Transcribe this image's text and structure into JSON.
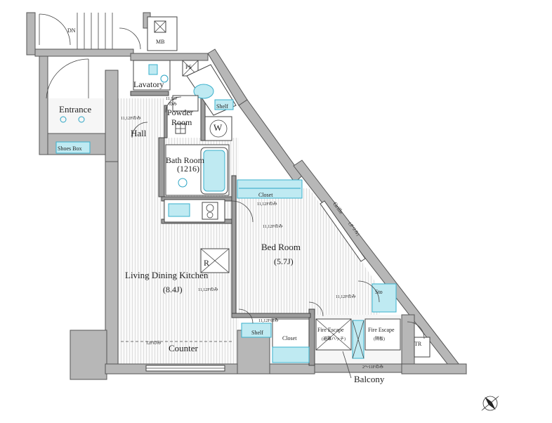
{
  "plan": {
    "rooms": {
      "dn": "DN",
      "mb": "MB",
      "ps": "PS",
      "lavatory": "Lavatory",
      "entrance": "Entrance",
      "shoes_box": "Shoes Box",
      "hall": "Hall",
      "powder_room_1": "Powder",
      "powder_room_2": "Room",
      "w": "W",
      "shelf_top": "Shelf",
      "bath_room": "Bath Room",
      "bath_size": "(1216)",
      "closet_bed": "Closet",
      "grille": "Grille",
      "grille_jp": "(グリル)",
      "bed_room": "Bed Room",
      "bed_size": "(5.7J)",
      "r": "R",
      "ldk": "Living Dining Kitchen",
      "ldk_size": "(8.4J)",
      "sto": "Sto",
      "counter": "Counter",
      "shelf_bottom": "Shelf",
      "closet_bottom": "Closet",
      "fire_escape_1": "Fire Escape",
      "fire_escape_1_jp": "(避難ハッチ)",
      "fire_escape_2": "Fire Escape",
      "fire_escape_2_jp": "(隔板)",
      "tr": "TR",
      "balcony": "Balcony"
    },
    "notes": {
      "floors_11_12_a": "11,12Fのみ",
      "floors_11_12_b": "11,12Fのみ",
      "floors_11_12_c": "11,12Fのみ",
      "floors_11_12_d": "11,12Fのみ",
      "floors_11_12_e": "11,12Fのみ",
      "floors_11_12_f": "11,12Fのみ",
      "floors_11_12_g": "11,12Fのみ",
      "floors_11_12_h": "11,12Fのみ",
      "floors_12": "12Fのみ",
      "floors_2_11": "2～11Fのみ",
      "powder_note_1": "11,12F",
      "powder_note_2": "のみ"
    },
    "colors": {
      "wall": "#b7b7b7",
      "accent": "#2aa4c4",
      "fixture_fill": "#bfeaf2"
    }
  }
}
